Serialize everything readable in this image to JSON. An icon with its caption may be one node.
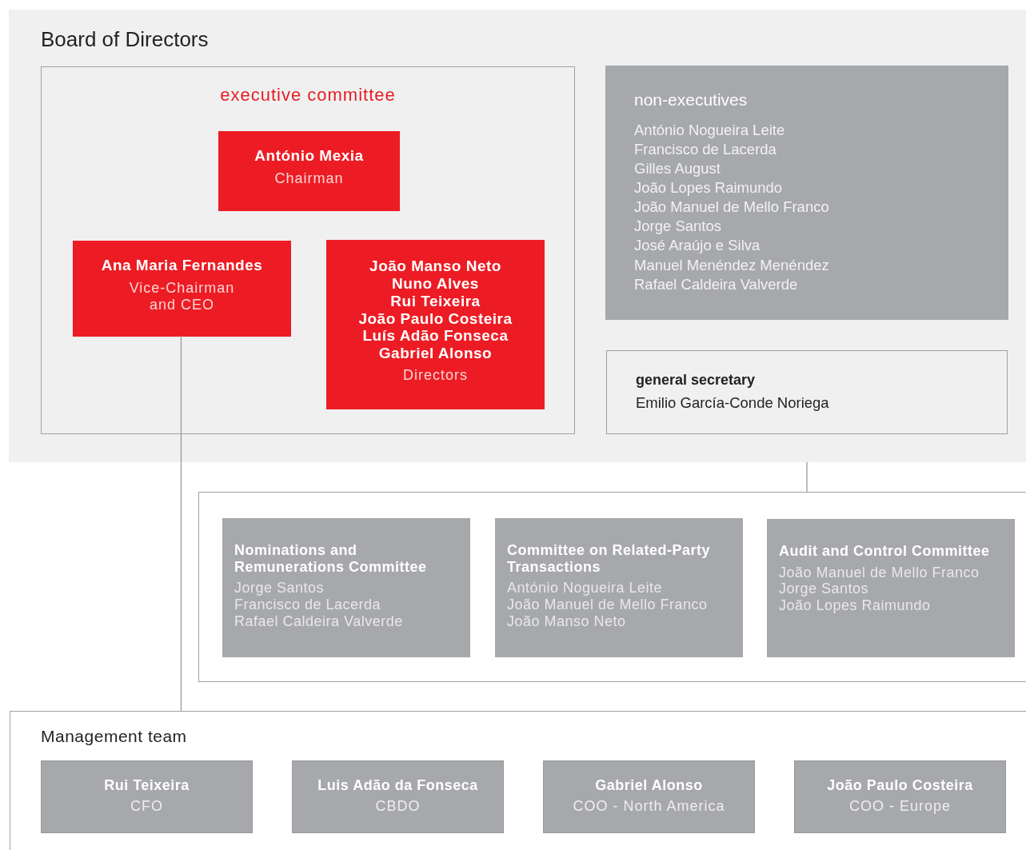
{
  "diagram": {
    "nodes": [
      {
        "text": [
          "Board of Directors"
        ]
      },
      {
        "text": [
          "executive committee"
        ],
        "in": 0
      },
      {
        "text": [
          "António Mexia",
          "Chairman"
        ],
        "in": 1
      },
      {
        "text": [
          "Ana Maria Fernandes",
          "Vice-Chairman and CEO"
        ],
        "in": 1
      },
      {
        "text": [
          "João Manso Neto",
          "Nuno Alves",
          "Rui Teixeira",
          "João Paulo Costeira",
          "Luís Adão Fonseca",
          "Gabriel Alonso",
          "Directors"
        ],
        "in": 1
      },
      {
        "text": [
          "non-executives",
          "António Nogueira Leite",
          "Francisco de Lacerda",
          "Gilles August",
          "João Lopes Raimundo",
          "João Manuel de Mello Franco",
          "Jorge Santos",
          "José Araújo e Silva",
          "Manuel Menéndez Menéndez",
          "Rafael Caldeira Valverde"
        ],
        "in": 0
      },
      {
        "text": [
          "general secretary",
          "Emilio García-Conde Noriega"
        ],
        "in": 0
      },
      {
        "text": [],
        "shape": "box"
      },
      {
        "text": [
          "Nominations and Remunerations Committee",
          "Jorge Santos",
          "Francisco de Lacerda",
          "Rafael Caldeira Valverde"
        ],
        "in": 7
      },
      {
        "text": [
          "Committee on Related-Party Transactions",
          "António Nogueira Leite",
          "João Manuel de Mello Franco",
          "João Manso Neto"
        ],
        "in": 7
      },
      {
        "text": [
          "Audit and Control Committee",
          "João Manuel de Mello Franco",
          "Jorge Santos",
          "João Lopes Raimundo"
        ],
        "in": 7
      },
      {
        "text": [
          "Management team"
        ]
      },
      {
        "text": [
          "Rui Teixeira",
          "CFO"
        ],
        "in": 11
      },
      {
        "text": [
          "Luis Adão da Fonseca",
          "CBDO"
        ],
        "in": 11
      },
      {
        "text": [
          "Gabriel Alonso",
          "COO - North America"
        ],
        "in": 11
      },
      {
        "text": [
          "João Paulo Costeira",
          "COO - Europe"
        ],
        "in": 11
      }
    ],
    "edges": [
      {
        "from": 3,
        "to": 11,
        "arrow": "none"
      },
      {
        "from": 0,
        "to": 7,
        "arrow": "none"
      }
    ]
  }
}
